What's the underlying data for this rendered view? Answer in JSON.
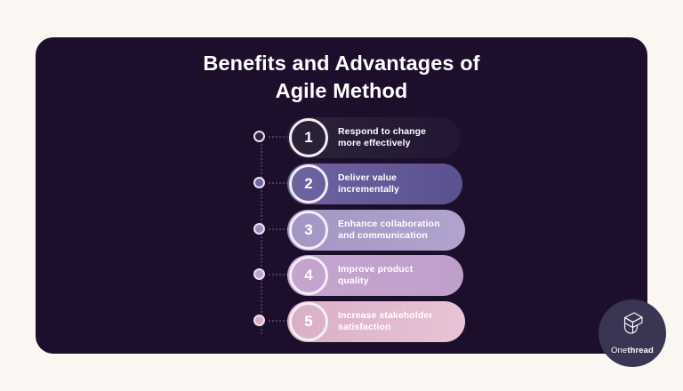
{
  "canvas": {
    "background_color": "#faf7f2",
    "panel_color": "#1d0f2b"
  },
  "title": {
    "line1": "Benefits and Advantages of",
    "line2": "Agile Method",
    "color": "#ffffff"
  },
  "items": [
    {
      "number": "1",
      "line1": "Respond to change",
      "line2": "more effectively",
      "pill_from": "#2c2338",
      "pill_to": "#221633",
      "dot_color": "#2e2340",
      "pill_width": 195
    },
    {
      "number": "2",
      "line1": "Deliver value",
      "line2": "incrementally",
      "pill_from": "#6d64a0",
      "pill_to": "#5b5190",
      "dot_color": "#6f68a6",
      "pill_width": 197
    },
    {
      "number": "3",
      "line1": "Enhance collaboration",
      "line2": "and communication",
      "pill_from": "#a496c4",
      "pill_to": "#b0a3cd",
      "dot_color": "#9e8dc4",
      "pill_width": 200
    },
    {
      "number": "4",
      "line1": "Improve product",
      "line2": "quality",
      "pill_from": "#c4a5cf",
      "pill_to": "#bfa0cb",
      "dot_color": "#c0a2d1",
      "pill_width": 198
    },
    {
      "number": "5",
      "line1": "Increase stakeholder",
      "line2": "satisfaction",
      "pill_from": "#d9afc6",
      "pill_to": "#e8c4d6",
      "dot_color": "#d7adc4",
      "pill_width": 200
    }
  ],
  "logo": {
    "name_prefix": "One",
    "name_suffix": "thread",
    "icon": "thread-spool-icon",
    "circle_color": "#3a3552"
  }
}
